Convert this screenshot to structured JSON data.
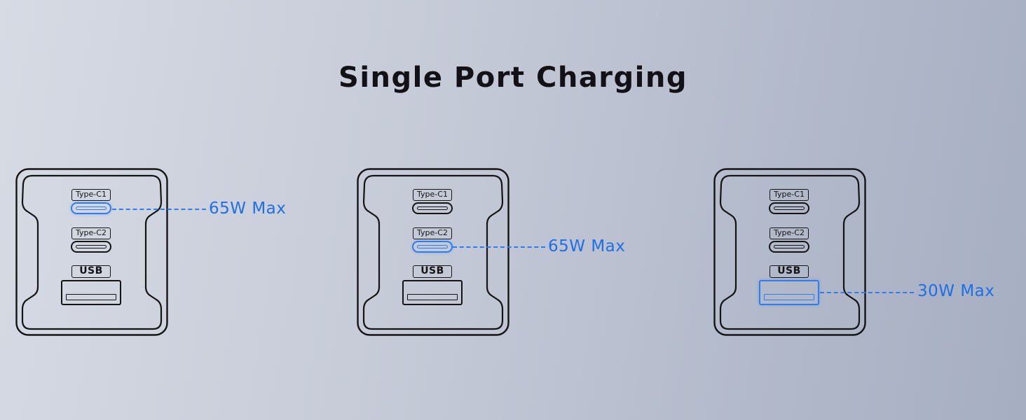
{
  "title": "Single Port Charging",
  "colors": {
    "accent": "#2d7cf0",
    "outline": "#141414"
  },
  "port_labels": {
    "c1": "Type-C1",
    "c2": "Type-C2",
    "usb": "USB"
  },
  "chargers": [
    {
      "active_port": "Type-C1",
      "output": "65W Max"
    },
    {
      "active_port": "Type-C2",
      "output": "65W Max"
    },
    {
      "active_port": "USB",
      "output": "30W Max"
    }
  ]
}
